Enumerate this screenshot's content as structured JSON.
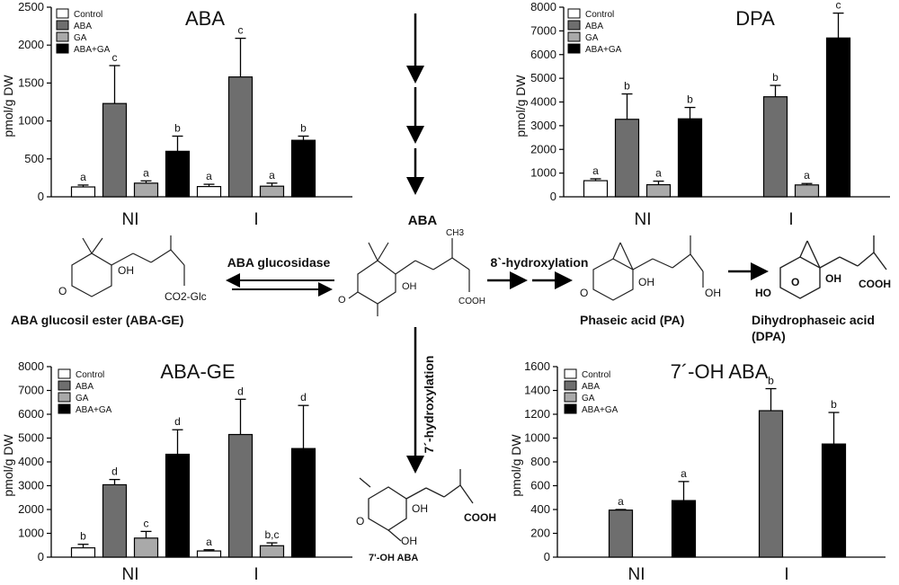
{
  "chart_data": [
    {
      "id": "aba",
      "type": "bar",
      "title": "ABA",
      "ylabel": "pmol/g DW",
      "ylim": [
        0,
        2500
      ],
      "yticks": [
        0,
        500,
        1000,
        1500,
        2000,
        2500
      ],
      "groups": [
        "NI",
        "I"
      ],
      "legend": [
        "Control",
        "ABA",
        "GA",
        "ABA+GA"
      ],
      "series": [
        {
          "name": "Control",
          "color": "#ffffff",
          "values": [
            130,
            135
          ],
          "errors": [
            25,
            30
          ],
          "letters": [
            "a",
            "a"
          ]
        },
        {
          "name": "ABA",
          "color": "#6e6e6e",
          "values": [
            1230,
            1580
          ],
          "errors": [
            500,
            510
          ],
          "letters": [
            "c",
            "c"
          ]
        },
        {
          "name": "GA",
          "color": "#a9a9a9",
          "values": [
            180,
            140
          ],
          "errors": [
            30,
            40
          ],
          "letters": [
            "a",
            "a"
          ]
        },
        {
          "name": "ABA+GA",
          "color": "#000000",
          "values": [
            600,
            745
          ],
          "errors": [
            200,
            55
          ],
          "letters": [
            "b",
            "b"
          ]
        }
      ]
    },
    {
      "id": "dpa",
      "type": "bar",
      "title": "DPA",
      "ylabel": "pmol/g DW",
      "ylim": [
        0,
        8000
      ],
      "yticks": [
        0,
        1000,
        2000,
        3000,
        4000,
        5000,
        6000,
        7000,
        8000
      ],
      "groups": [
        "NI",
        "I"
      ],
      "legend": [
        "Control",
        "ABA",
        "GA",
        "ABA+GA"
      ],
      "series": [
        {
          "name": "Control",
          "color": "#ffffff",
          "values": [
            680,
            0
          ],
          "errors": [
            80,
            0
          ],
          "letters": [
            "a",
            ""
          ]
        },
        {
          "name": "ABA",
          "color": "#6e6e6e",
          "values": [
            3270,
            4220
          ],
          "errors": [
            1070,
            480
          ],
          "letters": [
            "b",
            "b"
          ]
        },
        {
          "name": "GA",
          "color": "#a9a9a9",
          "values": [
            510,
            500
          ],
          "errors": [
            150,
            60
          ],
          "letters": [
            "a",
            "a"
          ]
        },
        {
          "name": "ABA+GA",
          "color": "#000000",
          "values": [
            3290,
            6700
          ],
          "errors": [
            480,
            1050
          ],
          "letters": [
            "b",
            "c"
          ]
        }
      ]
    },
    {
      "id": "abage",
      "type": "bar",
      "title": "ABA-GE",
      "ylabel": "pmol/g DW",
      "ylim": [
        0,
        8000
      ],
      "yticks": [
        0,
        1000,
        2000,
        3000,
        4000,
        5000,
        6000,
        7000,
        8000
      ],
      "groups": [
        "NI",
        "I"
      ],
      "legend": [
        "Control",
        "ABA",
        "GA",
        "ABA+GA"
      ],
      "series": [
        {
          "name": "Control",
          "color": "#ffffff",
          "values": [
            390,
            260
          ],
          "errors": [
            150,
            50
          ],
          "letters": [
            "b",
            "a"
          ]
        },
        {
          "name": "ABA",
          "color": "#6e6e6e",
          "values": [
            3040,
            5150
          ],
          "errors": [
            220,
            1480
          ],
          "letters": [
            "d",
            "d"
          ]
        },
        {
          "name": "GA",
          "color": "#a9a9a9",
          "values": [
            800,
            480
          ],
          "errors": [
            280,
            120
          ],
          "letters": [
            "c",
            "b,c"
          ]
        },
        {
          "name": "ABA+GA",
          "color": "#000000",
          "values": [
            4320,
            4560
          ],
          "errors": [
            1030,
            1810
          ],
          "letters": [
            "d",
            "d"
          ]
        }
      ]
    },
    {
      "id": "ohaba",
      "type": "bar",
      "title": "7´-OH ABA",
      "ylabel": "pmol/g DW",
      "ylim": [
        0,
        1600
      ],
      "yticks": [
        0,
        200,
        400,
        600,
        800,
        1000,
        1200,
        1400,
        1600
      ],
      "groups": [
        "NI",
        "I"
      ],
      "legend": [
        "Control",
        "ABA",
        "GA",
        "ABA+GA"
      ],
      "series": [
        {
          "name": "Control",
          "color": "#ffffff",
          "values": [
            0,
            0
          ],
          "errors": [
            0,
            0
          ],
          "letters": [
            "",
            ""
          ]
        },
        {
          "name": "ABA",
          "color": "#6e6e6e",
          "values": [
            395,
            1230
          ],
          "errors": [
            5,
            185
          ],
          "letters": [
            "a",
            "b"
          ]
        },
        {
          "name": "GA",
          "color": "#a9a9a9",
          "values": [
            0,
            0
          ],
          "errors": [
            0,
            0
          ],
          "letters": [
            "",
            ""
          ]
        },
        {
          "name": "ABA+GA",
          "color": "#000000",
          "values": [
            475,
            950
          ],
          "errors": [
            160,
            265
          ],
          "letters": [
            "a",
            "b"
          ]
        }
      ]
    }
  ],
  "pathway": {
    "center_label": "ABA",
    "glucosidase_label": "ABA glucosidase",
    "hydroxylation8_label": "8`-hydroxylation",
    "hydroxylation7_label": "7´-hydroxylation",
    "abage_name": "ABA glucosil ester (ABA-GE)",
    "pa_name": "Phaseic acid (PA)",
    "dpa_name_line1": "Dihydrophaseic acid",
    "dpa_name_line2": "(DPA)",
    "oh_aba_name": "7'-OH ABA",
    "atom_oh": "OH",
    "atom_o": "O",
    "atom_ho": "HO",
    "atom_cooh": "COOH",
    "atom_co2glc": "CO2-Glc",
    "atom_ch3": "CH3"
  }
}
